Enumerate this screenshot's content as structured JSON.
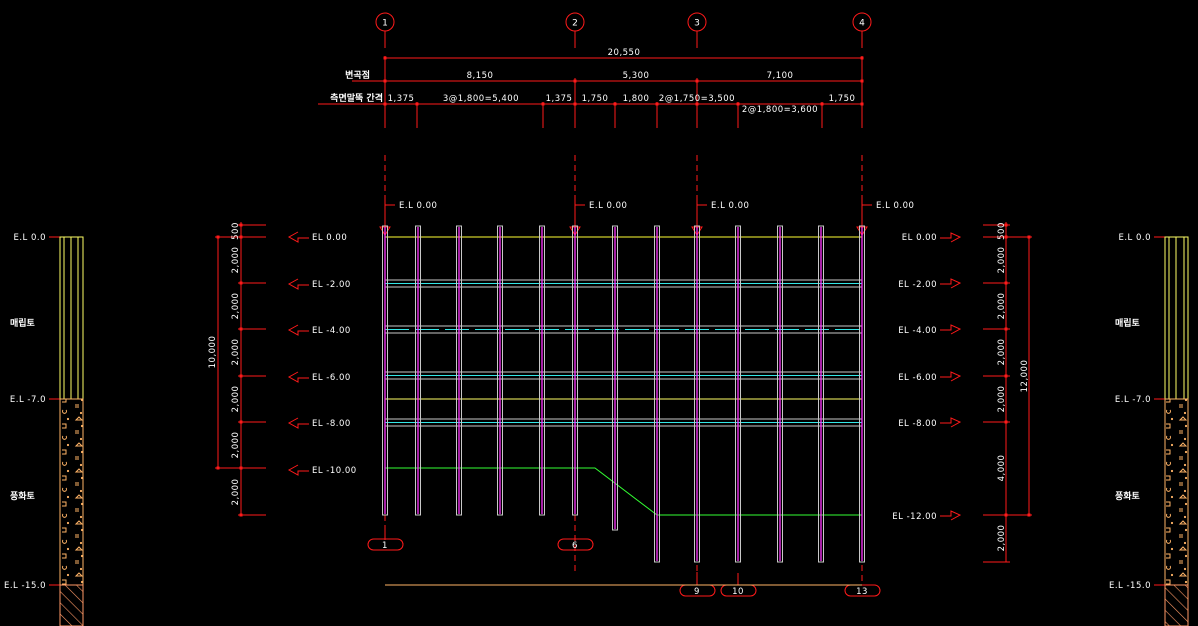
{
  "drawing": {
    "title": "Pile elevation section",
    "colors": {
      "background": "#000000",
      "dimension": "#ff1a1a",
      "text": "#ffffff",
      "pile_casing": "#c8c8c8",
      "pile_core": "#ff33ff",
      "waler_cyan": "#33e6e6",
      "waler_gray": "#c8c8c8",
      "top_line_yellow": "#ffff33",
      "mid_line_yellow": "#ffff66",
      "excavation_green": "#33ff33",
      "soil_fill": "#ffff66",
      "soil_weathered": "#ffb366",
      "soil_rock": "#ff9966"
    }
  },
  "grid_bubbles": [
    "1",
    "2",
    "3",
    "4"
  ],
  "dimensions": {
    "total": "20,550",
    "row1_label": "변곡점",
    "row1": [
      "8,150",
      "5,300",
      "7,100"
    ],
    "row2_label": "측면말뚝 간격",
    "row2": [
      "1,375",
      "3@1,800=5,400",
      "1,375",
      "1,750",
      "1,800",
      "2@1,750=3,500",
      "2@1,800=3,600",
      "1,750"
    ]
  },
  "top_el_tags": [
    "E.L 0.00",
    "E.L 0.00",
    "E.L 0.00",
    "E.L 0.00"
  ],
  "left_levels": [
    "EL 0.00",
    "EL -2.00",
    "EL -4.00",
    "EL -6.00",
    "EL -8.00",
    "EL -10.00"
  ],
  "right_levels": [
    "EL 0.00",
    "EL -2.00",
    "EL -4.00",
    "EL -6.00",
    "EL -8.00",
    "EL -12.00"
  ],
  "left_dims": {
    "segments": [
      "500",
      "2,000",
      "2,000",
      "2,000",
      "2,000",
      "2,000",
      "2,000"
    ],
    "total": "10,000"
  },
  "right_dims": {
    "segments": [
      "500",
      "2,000",
      "2,000",
      "2,000",
      "2,000",
      "4,000",
      "2,000"
    ],
    "total": "12,000"
  },
  "pile_tags": [
    "1",
    "6",
    "9",
    "10",
    "13"
  ],
  "pile_count": 13,
  "boreholes": [
    {
      "side": "left",
      "levels": [
        "E.L 0.0",
        "E.L -7.0",
        "E.L -15.0"
      ],
      "layers": [
        "매립토",
        "풍화토"
      ]
    },
    {
      "side": "right",
      "levels": [
        "E.L 0.0",
        "E.L -7.0",
        "E.L -15.0"
      ],
      "layers": [
        "매립토",
        "풍화토"
      ]
    }
  ]
}
